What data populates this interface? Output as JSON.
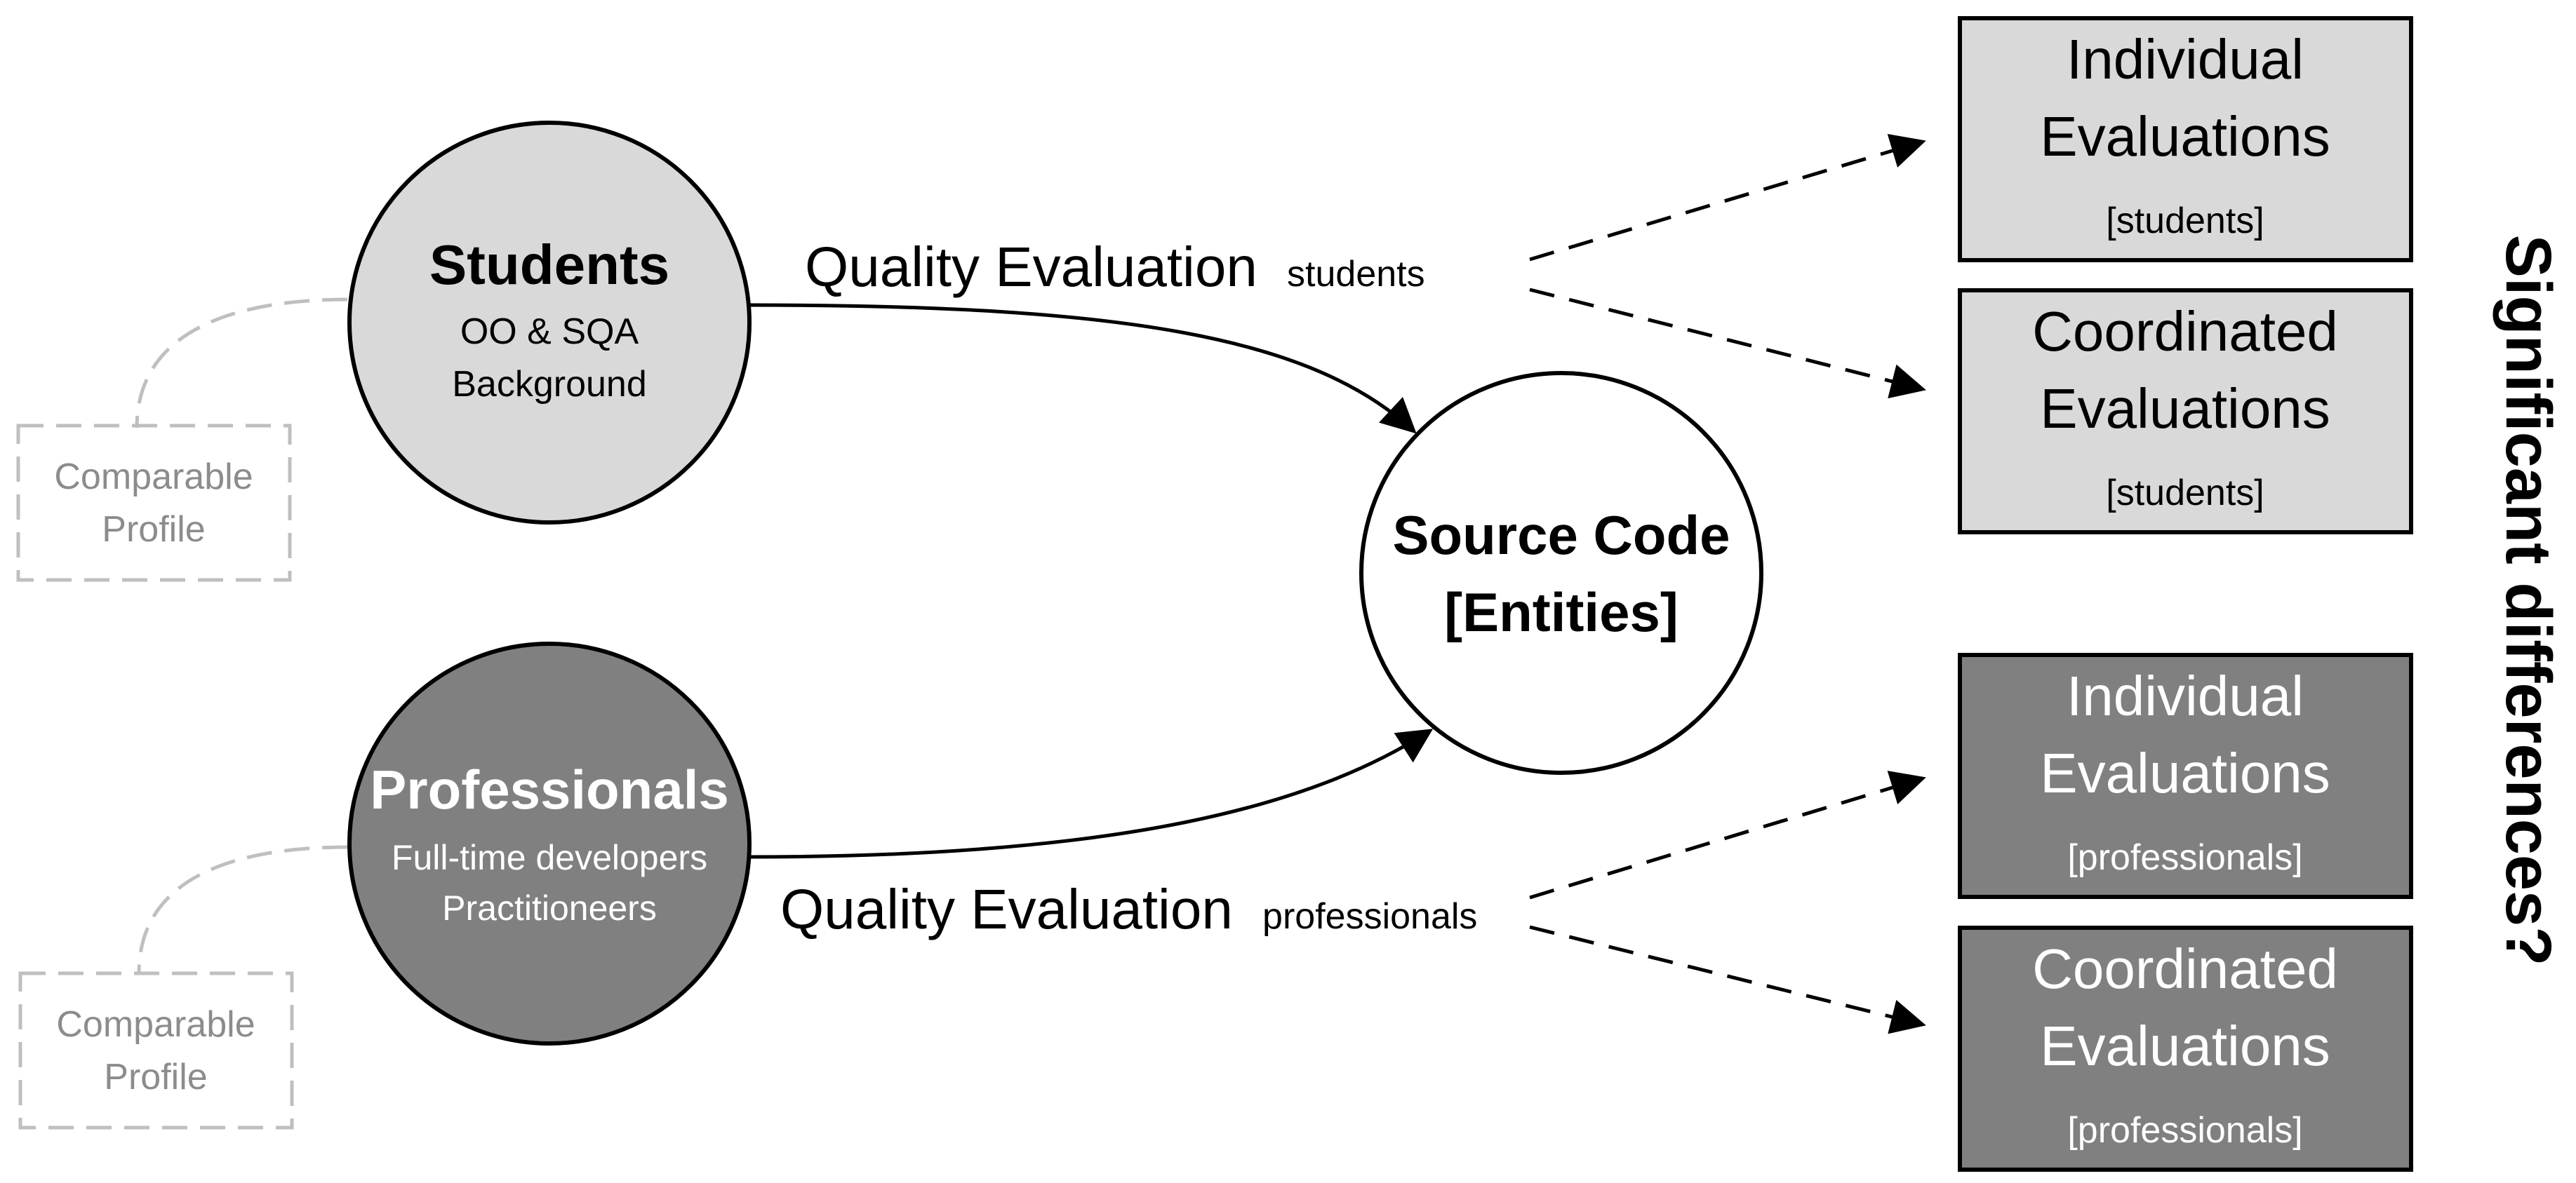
{
  "students": {
    "title": "Students",
    "line1": "OO & SQA",
    "line2": "Background"
  },
  "professionals": {
    "title": "Professionals",
    "line1": "Full-time developers",
    "line2": "Practitioneers"
  },
  "profile_students": {
    "line1": "Comparable",
    "line2": "Profile"
  },
  "profile_professionals": {
    "line1": "Comparable",
    "line2": "Profile"
  },
  "source_code": {
    "line1": "Source Code",
    "line2": "[Entities]"
  },
  "edge_students": {
    "main": "Quality Evaluation",
    "sub": "students"
  },
  "edge_professionals": {
    "main": "Quality Evaluation",
    "sub": "professionals"
  },
  "eval_students_individual": {
    "line1": "Individual",
    "line2": "Evaluations",
    "tag": "[students]"
  },
  "eval_students_coordinated": {
    "line1": "Coordinated",
    "line2": "Evaluations",
    "tag": "[students]"
  },
  "eval_professionals_individual": {
    "line1": "Individual",
    "line2": "Evaluations",
    "tag": "[professionals]"
  },
  "eval_professionals_coordinated": {
    "line1": "Coordinated",
    "line2": "Evaluations",
    "tag": "[professionals]"
  },
  "question": "Significant differences?",
  "colors": {
    "light_fill": "#d9d9d9",
    "dark_fill": "#808080",
    "stroke": "#000000",
    "dashed_gray": "#bfbfbf",
    "muted_text": "#8c8c8c",
    "white": "#ffffff"
  }
}
